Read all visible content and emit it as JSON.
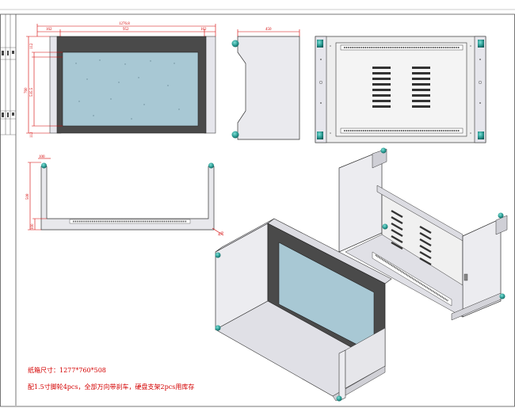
{
  "dimensions": {
    "front_total_width": "1276.8",
    "front_side_left": "162",
    "front_center": "952",
    "front_side_right": "162",
    "front_height": "760",
    "front_inner_height": "535.5",
    "front_top_margin": "112",
    "front_bottom_margin": "112",
    "side_width": "450",
    "top_height": "508",
    "top_depth": "100",
    "top_angle": "450"
  },
  "notes": {
    "carton_size": "纸箱尺寸：1277*760*508",
    "accessories": "配1.5寸脚轮4pcs，全部万向带刹车，硬盘支架2pcs用库存"
  },
  "colors": {
    "dimension": "#d40000",
    "screen": "#a8c8d4",
    "bezel": "#505050",
    "caster": "#2a9a92"
  }
}
